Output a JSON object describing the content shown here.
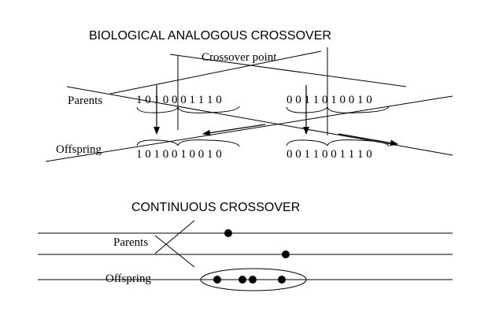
{
  "colors": {
    "ink": "#000000",
    "background": "#ffffff"
  },
  "biological": {
    "title": "BIOLOGICAL ANALOGOUS CROSSOVER",
    "crossover_label": "Crossover point",
    "parents_label": "Parents",
    "offspring_label": "Offspring",
    "parent_1_bits": "1 0 1 0 0 0 1 1 1 0",
    "parent_2_bits": "0 0 1 1 0 1 0 0 1 0",
    "offspring_1_bits": "1 0 1 0 0 1 0 0 1 0",
    "offspring_2_bits": "0 0 1 1 0 0 1 1 1 0"
  },
  "continuous": {
    "title": "CONTINUOUS CROSSOVER",
    "parents_label": "Parents",
    "offspring_label": "Offspring"
  }
}
